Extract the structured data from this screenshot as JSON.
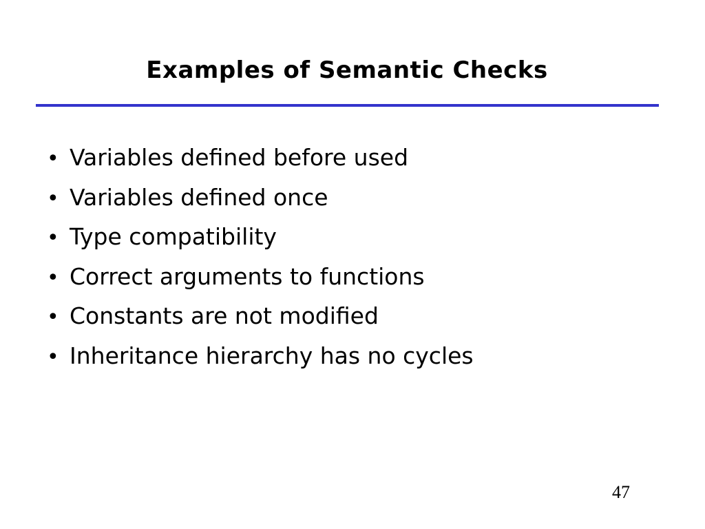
{
  "slide": {
    "title": "Examples of Semantic Checks",
    "bullet_glyph": "•",
    "bullets": [
      "Variables defined before used",
      "Variables defined once",
      "Type compatibility",
      "Correct arguments to functions",
      "Constants are not modified",
      "Inheritance hierarchy has no cycles"
    ],
    "page_number": "47"
  },
  "colors": {
    "background": "#ffffff",
    "text": "#000000",
    "title_rule": "#3333cc"
  }
}
